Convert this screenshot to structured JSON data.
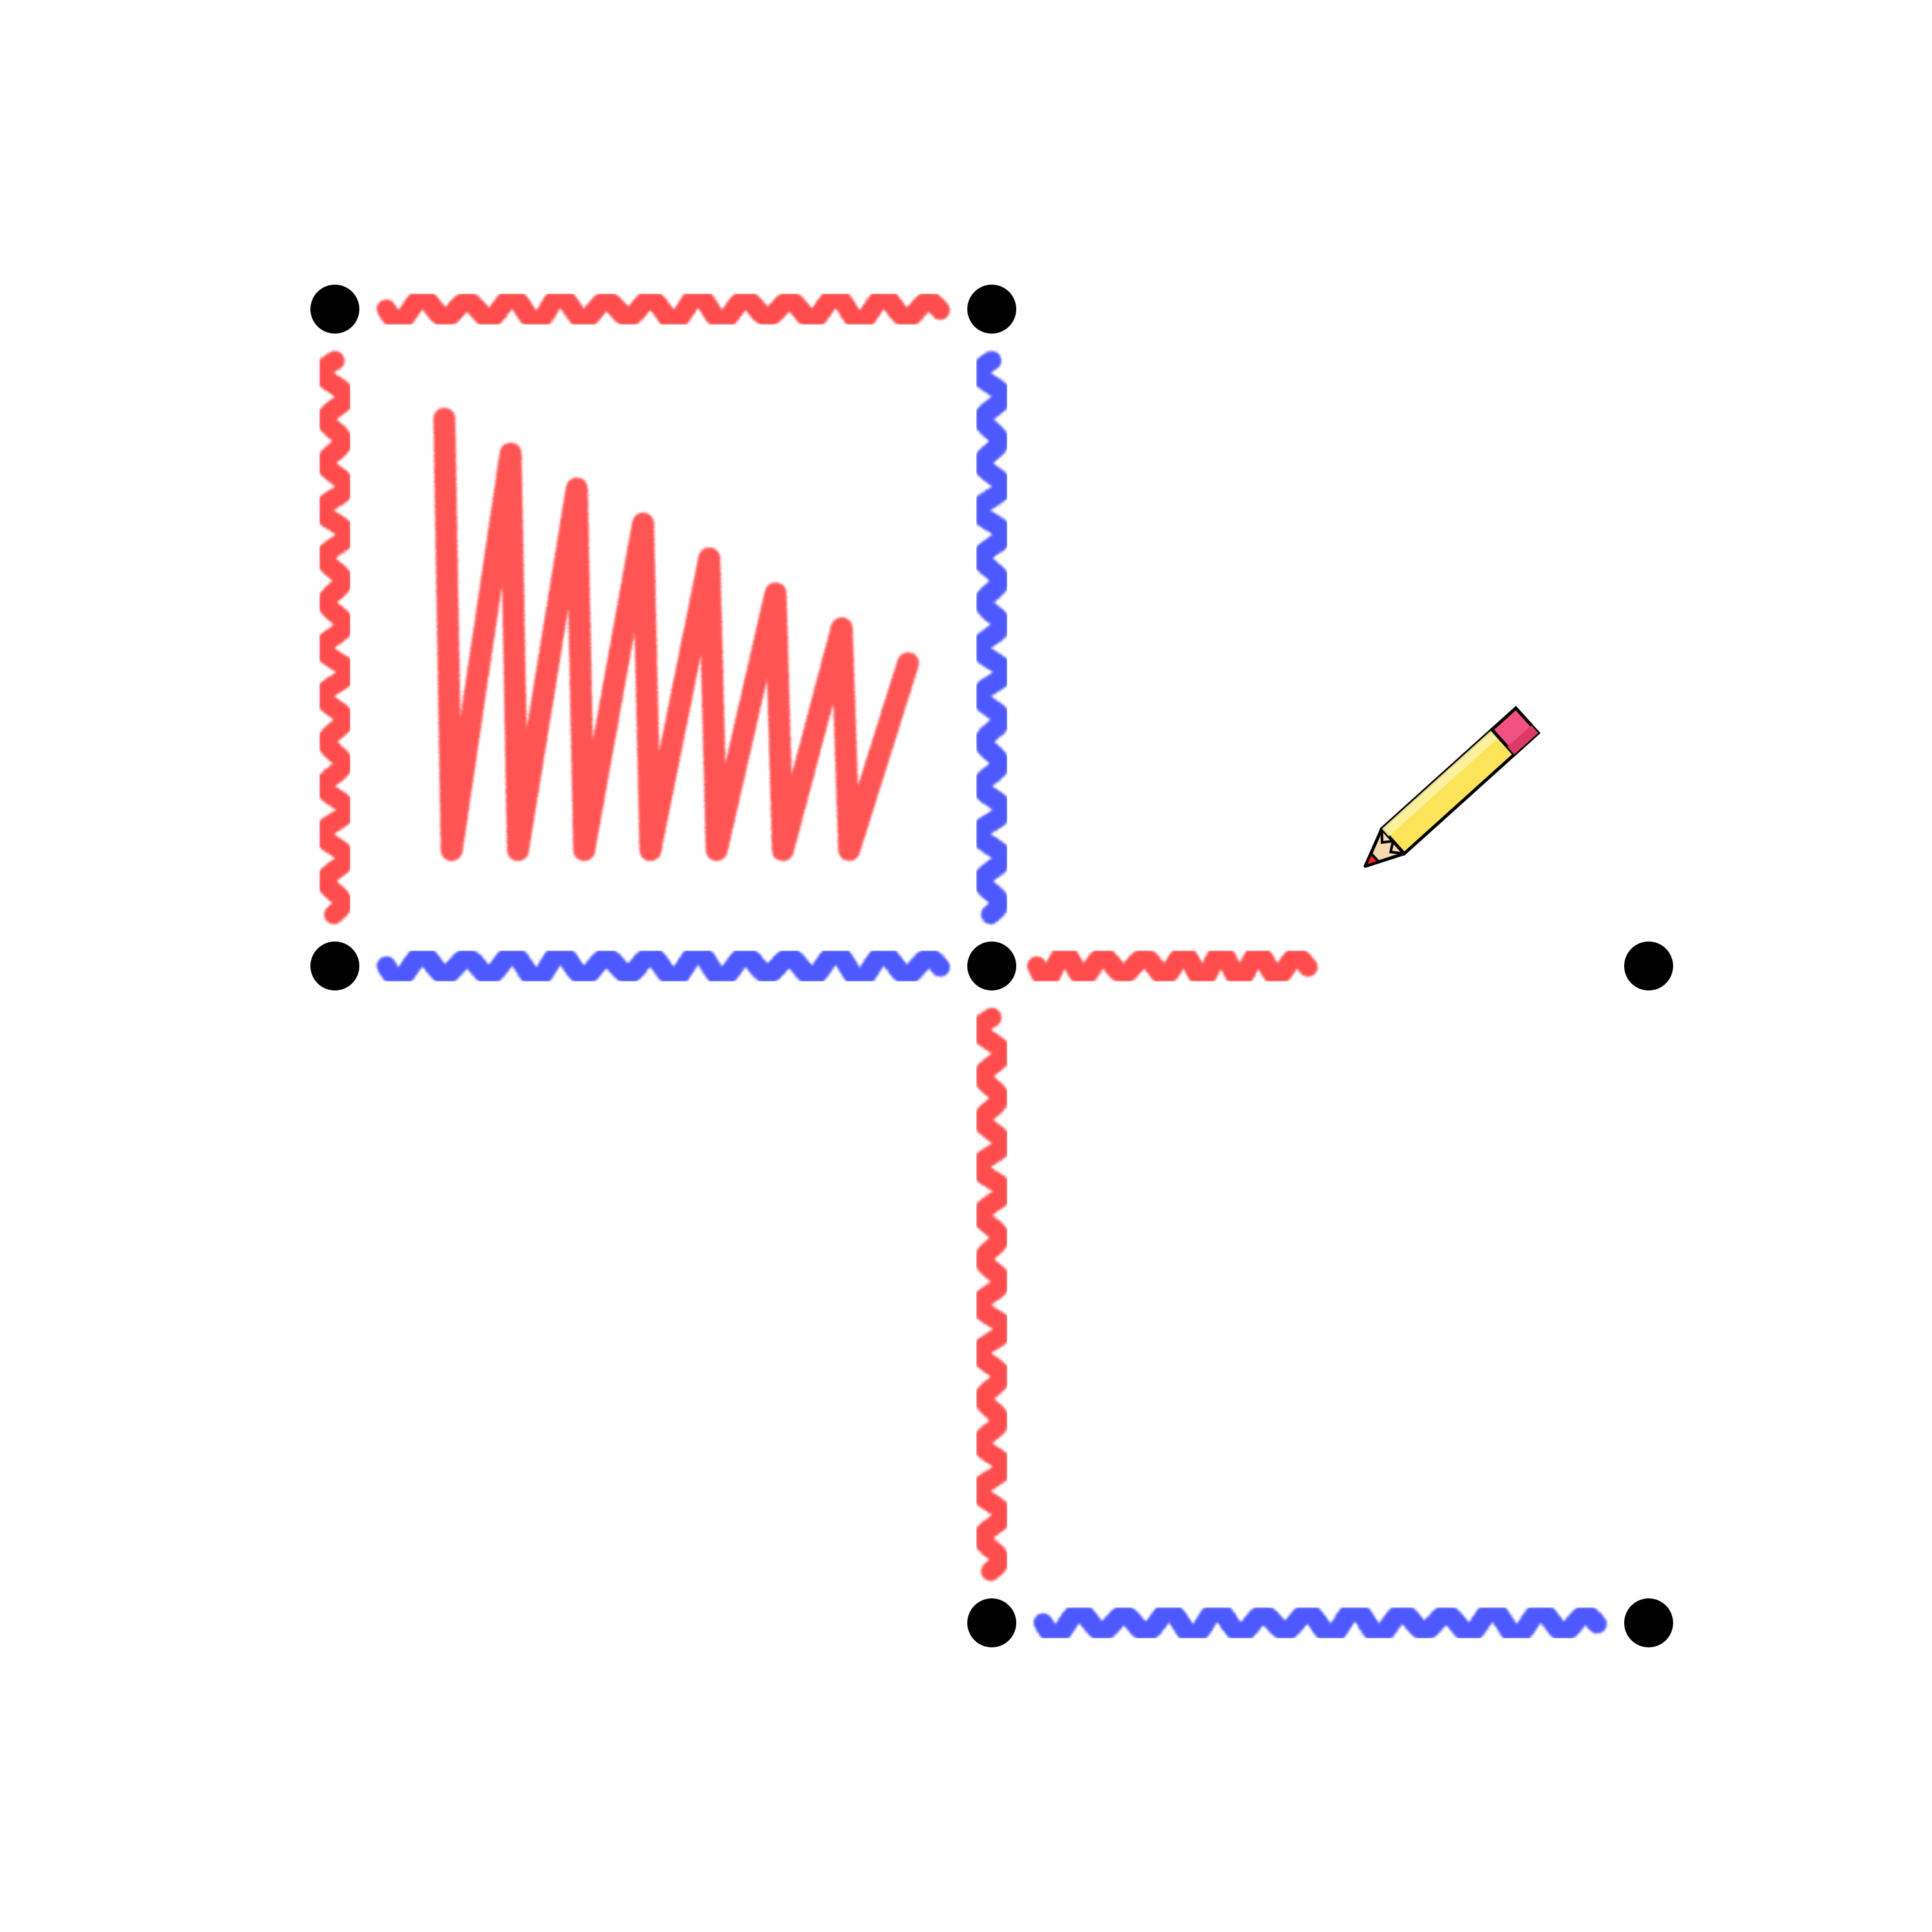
{
  "game": {
    "name": "dots-and-boxes",
    "grid": {
      "rows": 3,
      "cols": 3
    },
    "players": [
      {
        "id": "red",
        "color": "#ff1a1a"
      },
      {
        "id": "blue",
        "color": "#1a2cff"
      }
    ],
    "dots": [
      {
        "id": "r0c0",
        "row": 0,
        "col": 0
      },
      {
        "id": "r0c1",
        "row": 0,
        "col": 1
      },
      {
        "id": "r1c0",
        "row": 1,
        "col": 0
      },
      {
        "id": "r1c1",
        "row": 1,
        "col": 1
      },
      {
        "id": "r1c2",
        "row": 1,
        "col": 2
      },
      {
        "id": "r2c1",
        "row": 2,
        "col": 1
      },
      {
        "id": "r2c2",
        "row": 2,
        "col": 2
      }
    ],
    "edges": [
      {
        "id": "h-r0-c0",
        "from": "r0c0",
        "to": "r0c1",
        "player": "red"
      },
      {
        "id": "v-r0-c0",
        "from": "r0c0",
        "to": "r1c0",
        "player": "red"
      },
      {
        "id": "v-r0-c1",
        "from": "r0c1",
        "to": "r1c1",
        "player": "blue"
      },
      {
        "id": "h-r1-c0",
        "from": "r1c0",
        "to": "r1c1",
        "player": "blue"
      },
      {
        "id": "h-r1-c1",
        "from": "r1c1",
        "to": "r1c2",
        "player": "red",
        "progress": 0.55
      },
      {
        "id": "v-r1-c1",
        "from": "r1c1",
        "to": "r2c1",
        "player": "red"
      },
      {
        "id": "h-r2-c1",
        "from": "r2c1",
        "to": "r2c2",
        "player": "blue"
      }
    ],
    "boxes": [
      {
        "id": "box-r0-c0",
        "row": 0,
        "col": 0,
        "owner": "red"
      }
    ],
    "cursor": {
      "icon": "pencil-icon",
      "color_body": "#fce45a",
      "color_eraser": "#f2527f",
      "color_tip": "#ff1a1a"
    }
  }
}
